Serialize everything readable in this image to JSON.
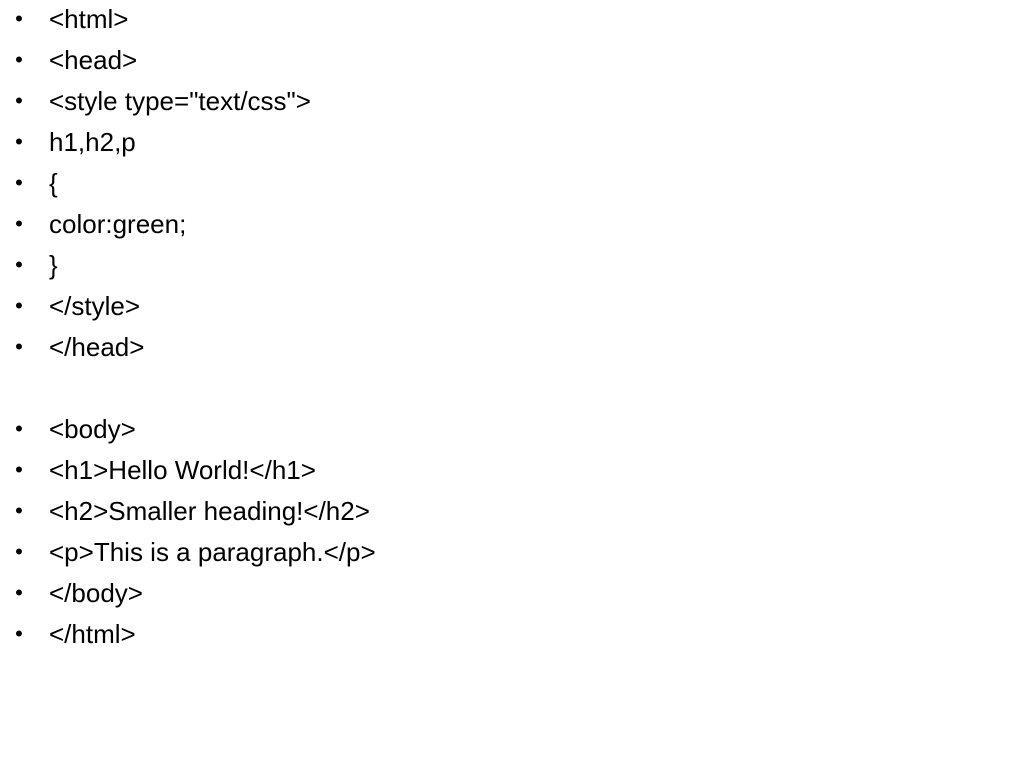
{
  "slide": {
    "bullet_glyph": "•",
    "lines": [
      "<html>",
      "<head>",
      "<style type=\"text/css\">",
      "h1,h2,p",
      "{",
      "color:green;",
      "}",
      "</style>",
      "</head>",
      "<body>",
      "<h1>Hello World!</h1>",
      "<h2>Smaller heading!</h2>",
      "<p>This is a paragraph.</p>",
      "</body>",
      "</html>"
    ]
  }
}
